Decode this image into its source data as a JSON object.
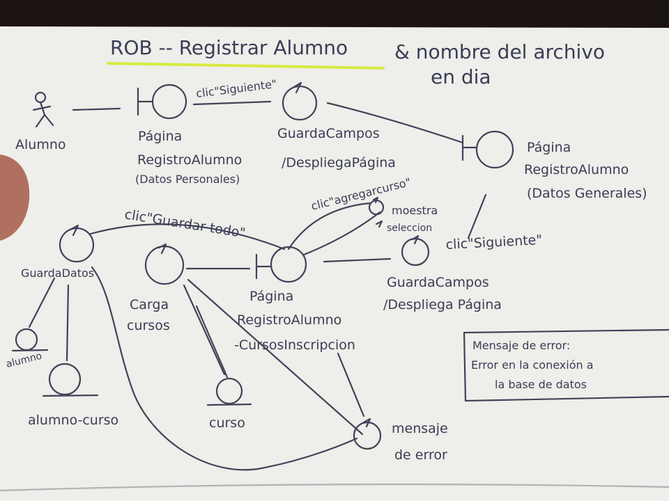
{
  "diagram": {
    "title": "ROB -- Registrar Alumno",
    "title_note_line1": "& nombre del archivo",
    "title_note_line2": "en dia",
    "actor": {
      "label": "Alumno"
    },
    "boundaries": [
      {
        "id": "b1",
        "line1": "Página",
        "line2": "RegistroAlumno",
        "line3": "(Datos Personales)"
      },
      {
        "id": "b2",
        "line1": "Página",
        "line2": "RegistroAlumno",
        "line3": "(Datos Generales)"
      },
      {
        "id": "b3",
        "line1": "Página",
        "line2": "RegistroAlumno",
        "line3": "-CursosInscripcion"
      }
    ],
    "controls": [
      {
        "id": "c1",
        "line1": "GuardaCampos",
        "line2": "/DespliegaPágina"
      },
      {
        "id": "c2",
        "line1": "GuardaCampos",
        "line2": "/Despliega Página"
      },
      {
        "id": "c3",
        "line1": "moestra",
        "line2": "seleccion"
      },
      {
        "id": "c4",
        "line1": "Carga",
        "line2": "cursos"
      },
      {
        "id": "c5",
        "line1": "GuardaDatos"
      },
      {
        "id": "c6",
        "line1": "mensaje",
        "line2": "de error"
      }
    ],
    "entities": [
      {
        "id": "e1",
        "label": "alumno"
      },
      {
        "id": "e2",
        "label": "alumno-curso"
      },
      {
        "id": "e3",
        "label": "curso"
      }
    ],
    "messages": [
      {
        "id": "m1",
        "text": "clic\"Siguiente\""
      },
      {
        "id": "m2",
        "text": "clic\"Siguiente\""
      },
      {
        "id": "m3",
        "text": "clic\"agregarcurso\""
      },
      {
        "id": "m4",
        "text": "clic\"Guardar todo\""
      }
    ],
    "note": {
      "line1": "Mensaje de error:",
      "line2": "Error en la conexión a",
      "line3": "la base de datos"
    }
  }
}
